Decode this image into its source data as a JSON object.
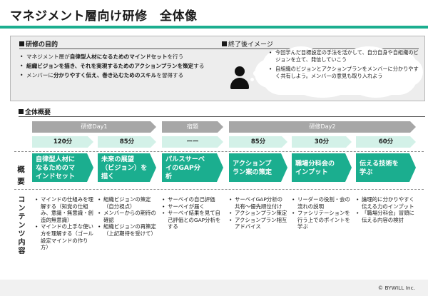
{
  "page": {
    "title": "マネジメント層向け研修　全体像",
    "accent_color": "#1bae8f"
  },
  "purpose": {
    "label": "研修の目的",
    "items": [
      {
        "pre": "マネジメント層が",
        "bold": "自律型人材になるためのマインドセット",
        "post": "を行う"
      },
      {
        "pre": "",
        "bold": "組織ビジョンを描き、それを実現するためのアクションプランを策定",
        "post": "する"
      },
      {
        "pre": "メンバーに",
        "bold": "分かりやすく伝え、巻き込むためのスキル",
        "post": "を習得する"
      }
    ]
  },
  "result": {
    "label": "終了後イメージ",
    "items": [
      "今回学んだ目標設定の手法を活かして、自分自身や自組織のビジョンを立て、発信していこう",
      "自組織のビジョンとアクションプランをメンバーに分かりやすく共有しよう。メンバーの意見も取り入れよう"
    ],
    "icon": "person-icon"
  },
  "overview": {
    "label": "全体概要",
    "phases": [
      "研修Day1",
      "宿題",
      "研修Day2"
    ],
    "durations": [
      "120分",
      "85分",
      "ーー",
      "85分",
      "30分",
      "60分"
    ],
    "row_labels": {
      "summary": "概要",
      "content": "コンテンツ内容"
    },
    "modules": [
      {
        "title": [
          "自律型人材に",
          "なるためのマ",
          "インドセット"
        ],
        "contents": [
          "マインドの仕組みを理解する（知覚の仕組み、意識・無意識・創造的無意識）",
          "マインドの上手な使い方を理解する（ゴール設定マインドの作り方）"
        ]
      },
      {
        "title": [
          "未来の展望",
          "（ビジョン）を",
          "描く"
        ],
        "contents": [
          "組織ビジョンの策定（自分視点）",
          "メンバーからの期待の確認",
          "組織ビジョンの再策定（上記期待を受けて）"
        ]
      },
      {
        "title": [
          "パルスサーベ",
          "イのGAP分",
          "析"
        ],
        "contents": [
          "サーベイの自己評価",
          "サーベイが届く",
          "サーベイ結果を見て自己評価とのGAP分析をする"
        ]
      },
      {
        "title": [
          "アクションプ",
          "ラン案の策定"
        ],
        "contents": [
          "サーベイGAP分析の共有～優先順位付け",
          "アクションプラン策定",
          "アクションプラン相互アドバイス"
        ]
      },
      {
        "title": [
          "職場分科会の",
          "インプット"
        ],
        "contents": [
          "リーダーの役割・会の流れの説明",
          "ファシリテーションを行う上でのポイントを学ぶ"
        ]
      },
      {
        "title": [
          "伝える技術を",
          "学ぶ"
        ],
        "contents": [
          "論理的に分かりやすく伝える力のインプット",
          "「職場分科会」冒頭に伝える内容の検討"
        ]
      }
    ]
  },
  "footer": {
    "copyright": "© BYWILL Inc."
  }
}
